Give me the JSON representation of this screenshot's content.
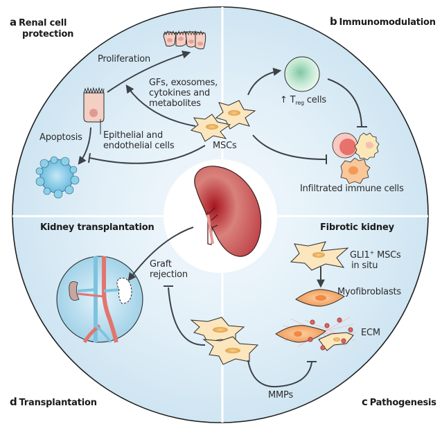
{
  "figure": {
    "center_label": "MSCs",
    "center_organ": "kidney",
    "panels": [
      {
        "letter": "a",
        "title": "Renal cell protection",
        "title_line1": "Renal cell",
        "title_line2": "protection",
        "labels": {
          "proliferation": "Proliferation",
          "secreted_line1": "GFs, exosomes,",
          "secreted_line2": "cytokines and",
          "secreted_line3": "metabolites",
          "apoptosis": "Apoptosis",
          "cells_line1": "Epithelial and",
          "cells_line2": "endothelial cells",
          "mscs": "MSCs"
        }
      },
      {
        "letter": "b",
        "title": "Immunomodulation",
        "labels": {
          "treg_prefix": "↑ T",
          "treg_sub": "reg",
          "treg_suffix": " cells",
          "infiltrated": "Infiltrated immune cells"
        }
      },
      {
        "letter": "c",
        "title": "Pathogenesis",
        "subtitle": "Fibrotic kidney",
        "labels": {
          "gli1_main": "GLI1",
          "gli1_sup": "+",
          "gli1_rest": " MSCs",
          "gli1_line2": "in situ",
          "myofibroblasts": "Myofibroblasts",
          "ecm": "ECM",
          "mmps": "MMPs"
        }
      },
      {
        "letter": "d",
        "title": "Transplantation",
        "subtitle": "Kidney transplantation",
        "labels": {
          "graft_line1": "Graft",
          "graft_line2": "rejection"
        }
      }
    ],
    "colors": {
      "outer_circle": "#d6eaf5",
      "outer_circle_edge": "#1f1f1f",
      "divider": "#ffffff",
      "kidney": "#c0393f",
      "kidney_light": "#e59a93",
      "msc_fill": "#fbe6bd",
      "msc_nucleus": "#e7b060",
      "treg": "#a9dcc0",
      "apoptotic": "#86c9e6",
      "epithelial": "#f4cfc4",
      "myofibroblast": "#f4a45d",
      "ecm_fiber": "#f2b7b0",
      "arrow": "#3c4146",
      "vessel_red": "#e2756f",
      "vessel_blue": "#7ec3de"
    }
  }
}
